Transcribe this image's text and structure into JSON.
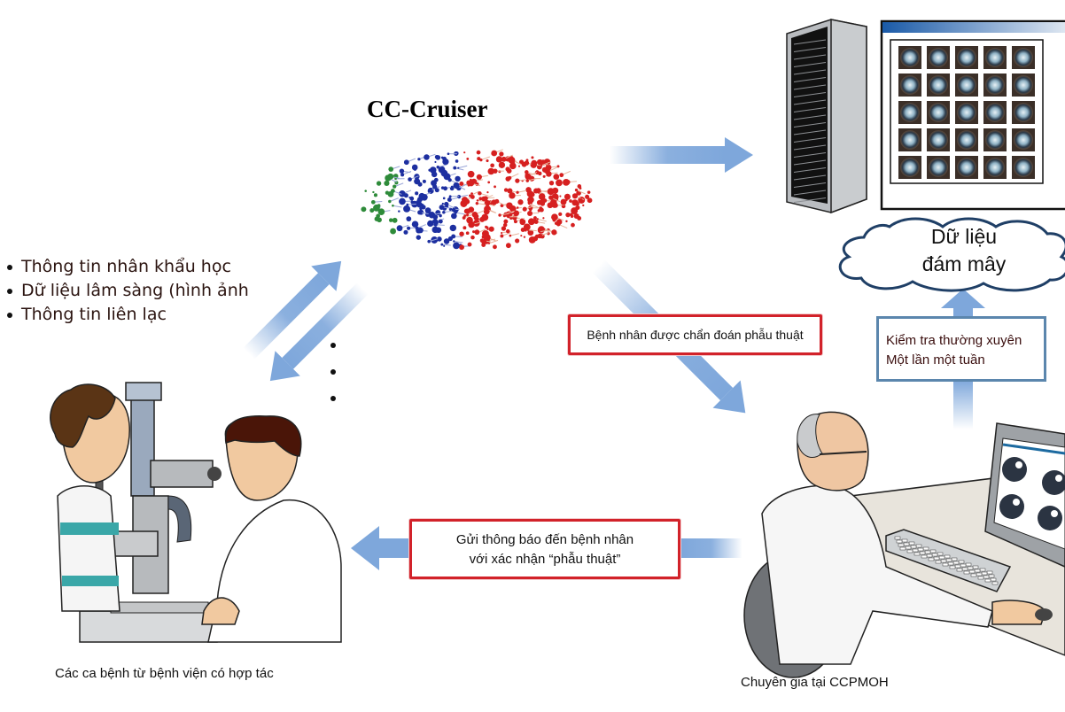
{
  "diagram": {
    "title": "CC-Cruiser",
    "patient_data_items": [
      "Thông tin nhân khẩu học",
      "Dữ liệu lâm sàng (hình ảnh",
      "Thông tin liên lạc"
    ],
    "diagnosis_box": "Bệnh nhân được chẩn đoán phẫu thuật",
    "notify_box": {
      "line1": "Gửi thông báo đến bệnh nhân",
      "line2": "với xác nhận “phẫu thuật”"
    },
    "check_box": {
      "line1": "Kiểm tra thường xuyên",
      "line2": "Một lần một tuần"
    },
    "cloud": {
      "line1": "Dữ liệu",
      "line2": "đám mây"
    },
    "caption_left": "Các ca bệnh từ bệnh viện có hợp tác",
    "caption_right": "Chuyên gia tại CCPMOH",
    "icons": [
      "brain-network-icon",
      "server-rack-icon",
      "cataract-image-grid-icon",
      "cloud-icon",
      "slit-lamp-exam-illustration",
      "expert-at-computer-illustration"
    ]
  },
  "colors": {
    "arrow": "#7ea7db",
    "red_border": "#d2222a",
    "blue_border": "#5b86ad",
    "cloud_stroke": "#1f3f66",
    "brain_green": "#2e8b3a",
    "brain_blue": "#1d2fa0",
    "brain_red": "#d62020"
  }
}
